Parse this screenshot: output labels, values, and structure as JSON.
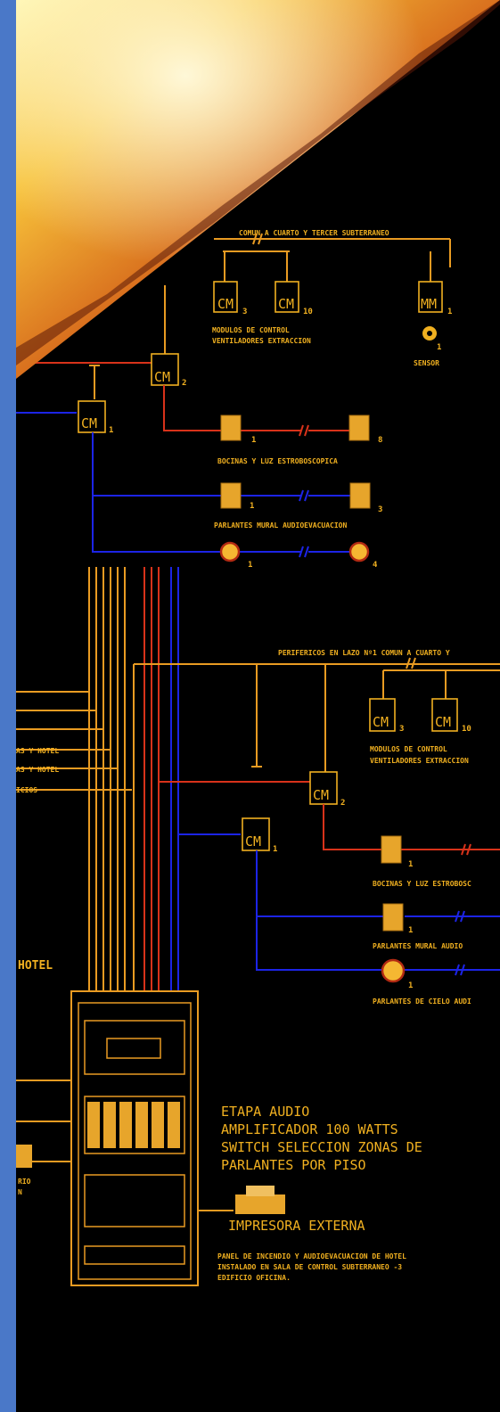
{
  "colors": {
    "sidebar": "#4a78c8",
    "background": "#000000",
    "orange_line": "#e99b22",
    "red_line": "#d8321a",
    "blue_line": "#1c24e6",
    "text": "#f0b020"
  },
  "upper": {
    "bus_label": "COMUN A CUARTO Y TERCER SUBTERRANEO",
    "cm_left": "CM",
    "cm_left_count": "3",
    "cm_right": "CM",
    "cm_right_count": "10",
    "mm": "MM",
    "mm_count": "1",
    "control_label_1": "MODULOS DE CONTROL",
    "control_label_2": "VENTILADORES EXTRACCION",
    "sensor_count": "1",
    "sensor_label": "SENSOR",
    "cm_mid": "CM",
    "cm_mid_count": "2",
    "cm_low": "CM",
    "cm_low_count": "1",
    "horn_first": "1",
    "horn_last": "8",
    "horn_label": "BOCINAS Y LUZ ESTROBOSCOPICA",
    "wall_first": "1",
    "wall_last": "3",
    "wall_label": "PARLANTES MURAL   AUDIOEVACUACION",
    "ceil_first": "1",
    "ceil_last": "4"
  },
  "lower": {
    "bus_label": "PERIFERICOS EN LAZO Nº1 COMUN A CUARTO Y",
    "cm_left": "CM",
    "cm_left_count": "3",
    "cm_right": "CM",
    "cm_right_count": "10",
    "control_label_1": "MODULOS DE CONTROL",
    "control_label_2": "VENTILADORES EXTRACCION",
    "cm_mid": "CM",
    "cm_mid_count": "2",
    "cm_low": "CM",
    "cm_low_count": "1",
    "horn_count": "1",
    "horn_label": "BOCINAS Y LUZ ESTROBOSC",
    "wall_count": "1",
    "wall_label": "PARLANTES MURAL   AUDIO",
    "ceil_count": "1",
    "ceil_label": "PARLANTES DE CIELO AUDI"
  },
  "left_labels": {
    "l1": "AS Y HOTEL",
    "l2": "AS Y HOTEL",
    "l3": "ICIOS",
    "hotel": "HOTEL",
    "r1": "RIO",
    "r2": "N"
  },
  "panel_text": {
    "line1": "ETAPA AUDIO",
    "line2": "AMPLIFICADOR 100 WATTS",
    "line3": "SWITCH SELECCION ZONAS DE",
    "line4": "PARLANTES POR PISO",
    "printer": "IMPRESORA EXTERNA",
    "note1": "PANEL DE INCENDIO Y AUDIOEVACUACION DE HOTEL",
    "note2": "INSTALADO EN SALA DE CONTROL SUBTERRANEO -3",
    "note3": "EDIFICIO OFICINA."
  }
}
